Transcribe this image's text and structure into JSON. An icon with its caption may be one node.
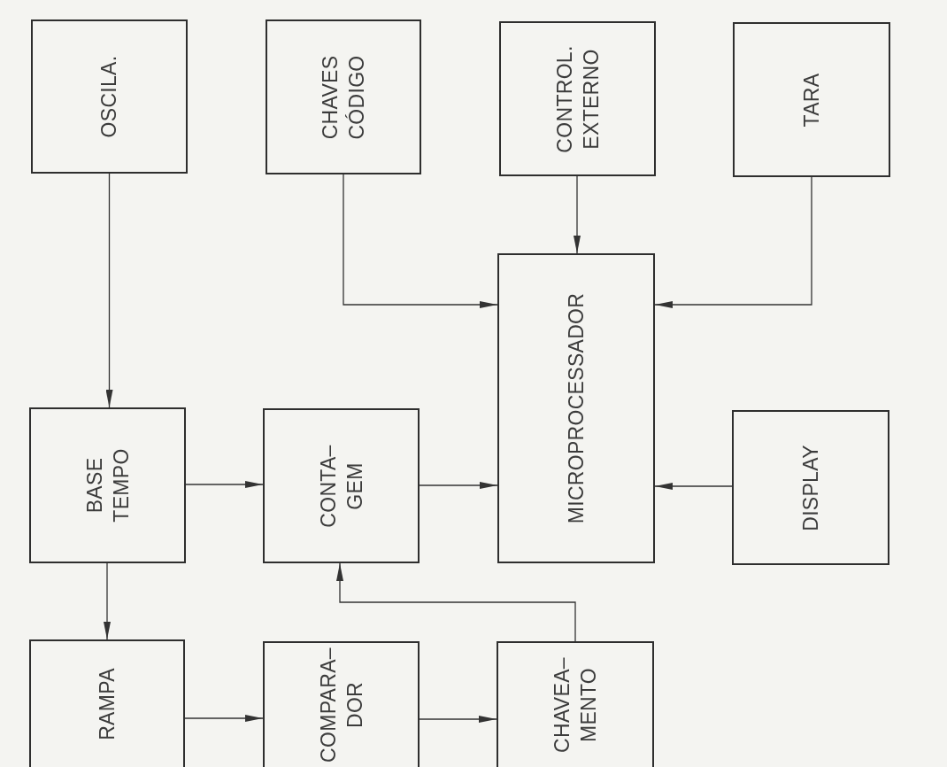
{
  "diagram": {
    "nodes": [
      {
        "text": [
          "OSCILA."
        ]
      },
      {
        "text": [
          "CHAVES CÓDIGO"
        ]
      },
      {
        "text": [
          "CONTROL. EXTERNO"
        ]
      },
      {
        "text": [
          "TARA"
        ]
      },
      {
        "text": [
          "MICROPROCESSADOR"
        ]
      },
      {
        "text": [
          "BASE TEMPO"
        ]
      },
      {
        "text": [
          "CONTA– GEM"
        ]
      },
      {
        "text": [
          "DISPLAY"
        ]
      },
      {
        "text": [
          "RAMPA"
        ]
      },
      {
        "text": [
          "COMPARA– DOR"
        ]
      },
      {
        "text": [
          "CHAVEA– MENTO"
        ]
      }
    ],
    "edges": [
      {
        "from": 0,
        "to": 5,
        "arrow": "to"
      },
      {
        "from": 1,
        "to": 4,
        "arrow": "to"
      },
      {
        "from": 2,
        "to": 4,
        "arrow": "to"
      },
      {
        "from": 3,
        "to": 4,
        "arrow": "to"
      },
      {
        "from": 5,
        "to": 6,
        "arrow": "to"
      },
      {
        "from": 6,
        "to": 4,
        "arrow": "to"
      },
      {
        "from": 7,
        "to": 4,
        "arrow": "to"
      },
      {
        "from": 5,
        "to": 8,
        "arrow": "to"
      },
      {
        "from": 8,
        "to": 9,
        "arrow": "to"
      },
      {
        "from": 9,
        "to": 10,
        "arrow": "to"
      },
      {
        "from": 10,
        "to": 6,
        "arrow": "to"
      }
    ]
  }
}
